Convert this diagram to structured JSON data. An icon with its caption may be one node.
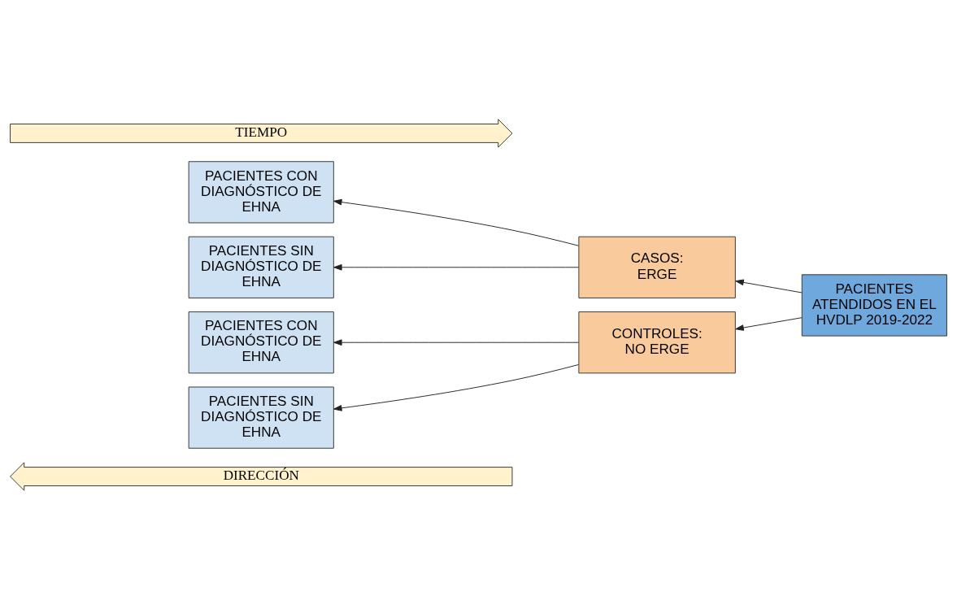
{
  "diagram": {
    "nodes": [
      {
        "text": [
          "TIEMPO"
        ]
      },
      {
        "text": [
          "PACIENTES CON DIAGNÓSTICO DE EHNA"
        ]
      },
      {
        "text": [
          "CASOS: ERGE"
        ]
      },
      {
        "text": [
          "PACIENTES SIN DIAGNÓSTICO DE EHNA"
        ]
      },
      {
        "text": [
          "PACIENTES ATENDIDOS EN EL HVDLP 2019-2022"
        ]
      },
      {
        "text": [
          "PACIENTES CON DIAGNÓSTICO DE EHNA"
        ]
      },
      {
        "text": [
          "CONTROLES: NO ERGE"
        ]
      },
      {
        "text": [
          "PACIENTES SIN DIAGNÓSTICO DE EHNA"
        ]
      },
      {
        "text": [
          "DIRECCIÓN"
        ]
      }
    ],
    "edges": [
      {
        "from": 4,
        "to": 2,
        "arrow": "to"
      },
      {
        "from": 4,
        "to": 6,
        "arrow": "to"
      },
      {
        "from": 2,
        "to": 1,
        "arrow": "to"
      },
      {
        "from": 2,
        "to": 3,
        "arrow": "to"
      },
      {
        "from": 6,
        "to": 5,
        "arrow": "to"
      },
      {
        "from": 6,
        "to": 7,
        "arrow": "to"
      }
    ]
  }
}
